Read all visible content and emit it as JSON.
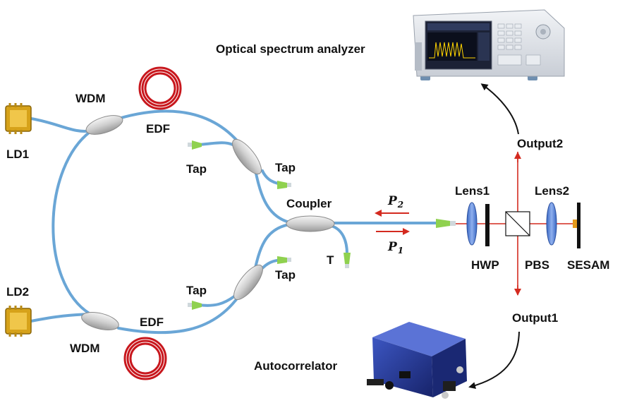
{
  "labels": {
    "osa": "Optical spectrum analyzer",
    "wdm_top": "WDM",
    "wdm_bottom": "WDM",
    "edf_top": "EDF",
    "edf_bottom": "EDF",
    "ld1": "LD1",
    "ld2": "LD2",
    "tap_upper_left": "Tap",
    "tap_upper_right": "Tap",
    "tap_lower_left": "Tap",
    "tap_lower_right": "Tap",
    "coupler": "Coupler",
    "t_port": "T",
    "p2_symbol": "P",
    "p2_sub": "2",
    "p1_symbol": "P",
    "p1_sub": "1",
    "lens1": "Lens1",
    "lens2": "Lens2",
    "hwp": "HWP",
    "pbs": "PBS",
    "sesam": "SESAM",
    "output1": "Output1",
    "output2": "Output2",
    "autocorrelator": "Autocorrelator"
  },
  "colors": {
    "fiber": "#6aa6d6",
    "laser_beam": "#d42a1f",
    "edf_coil": "#c8171d",
    "connector": "#8fd14f",
    "coupler_body": "#d4d4d4",
    "laser_diode": "#d6a21a",
    "autocorrelator_body": "#23368f"
  }
}
